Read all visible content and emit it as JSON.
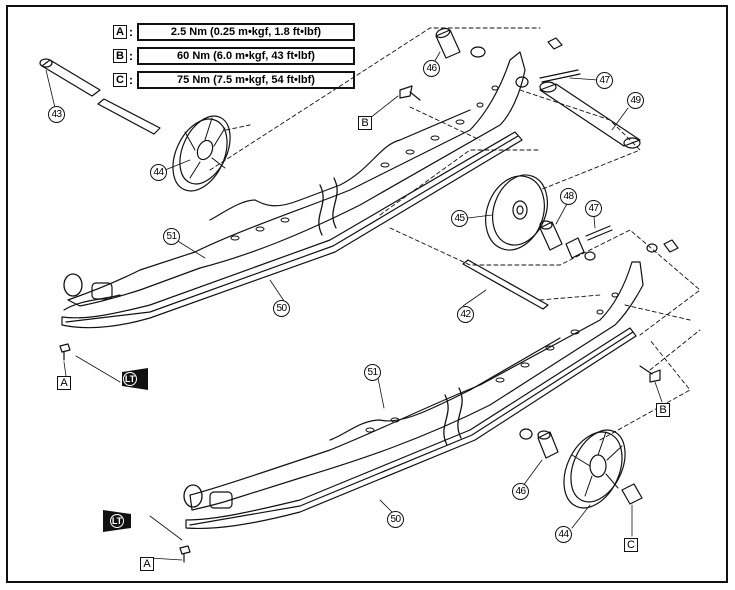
{
  "torque_specs": [
    {
      "letter": "A",
      "value": "2.5 Nm (0.25 m•kgf, 1.8 ft•lbf)"
    },
    {
      "letter": "B",
      "value": "60 Nm (6.0 m•kgf, 43 ft•lbf)"
    },
    {
      "letter": "C",
      "value": "75 Nm (7.5 m•kgf, 54 ft•lbf)"
    }
  ],
  "callouts": {
    "c43": "43",
    "c44a": "44",
    "c44b": "44",
    "c45": "45",
    "c46a": "46",
    "c46b": "46",
    "c47a": "47",
    "c47b": "47",
    "c48": "48",
    "c49": "49",
    "c42": "42",
    "c50a": "50",
    "c50b": "50",
    "c51a": "51",
    "c51b": "51"
  },
  "letter_tags": {
    "b_upper": "B",
    "b_right": "B",
    "a_upper": "A",
    "a_lower": "A",
    "c_lower": "C"
  },
  "locktite_label": "LT"
}
